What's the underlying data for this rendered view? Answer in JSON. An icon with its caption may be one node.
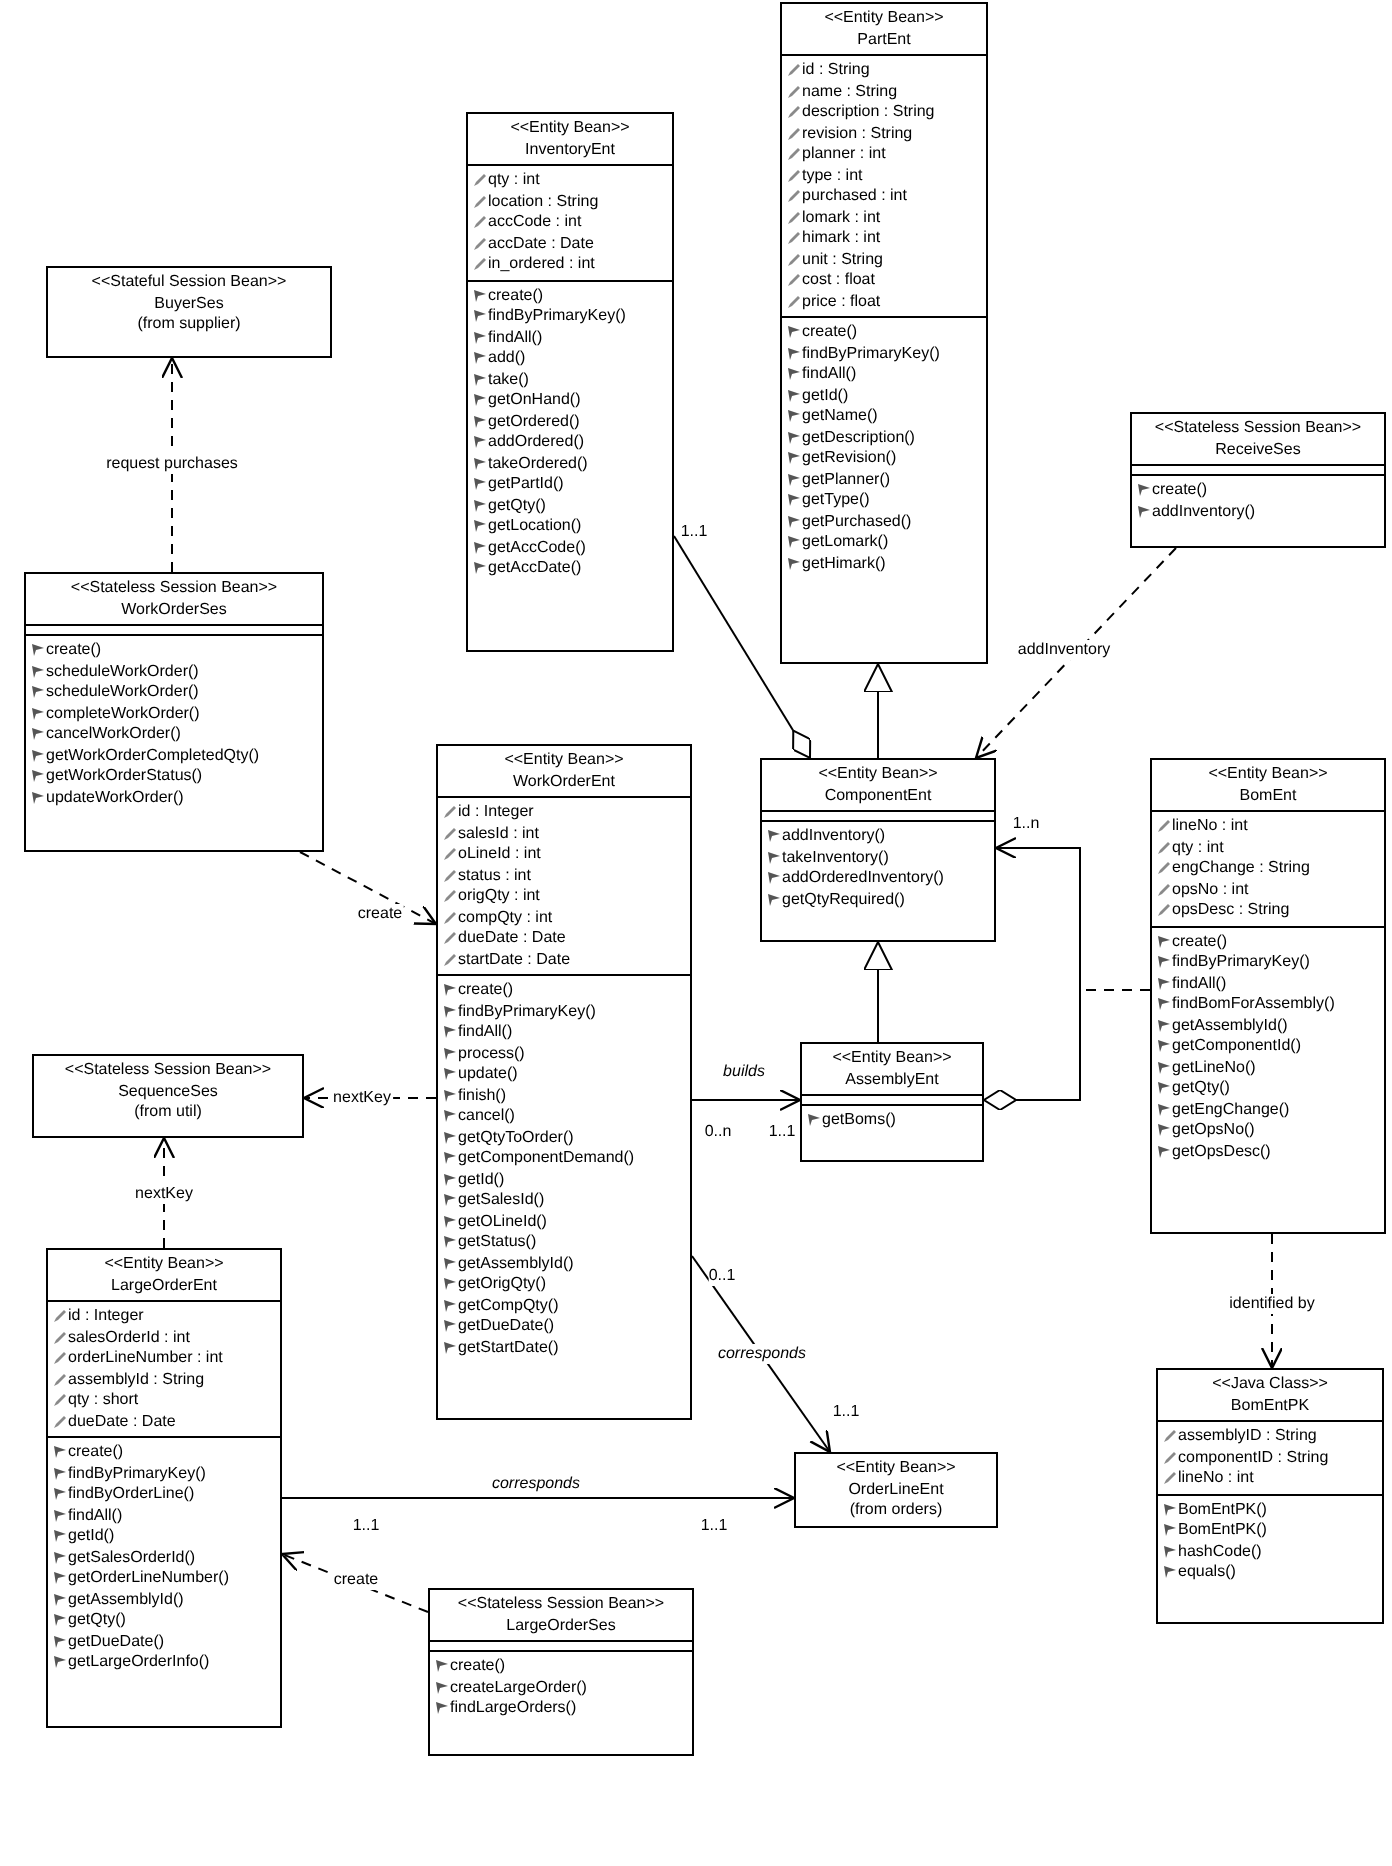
{
  "diagram": {
    "nodes": [
      {
        "text": [
          "<<Entity Bean>>",
          "PartEnt"
        ]
      },
      {
        "text": [
          "id : String",
          "name : String",
          "description : String",
          "revision : String",
          "planner : int",
          "type : int",
          "purchased : int",
          "lomark : int",
          "himark : int",
          "unit : String",
          "cost : float",
          "price : float"
        ],
        "in": 0
      },
      {
        "text": [
          "create()",
          "findByPrimaryKey()",
          "findAll()",
          "getId()",
          "getName()",
          "getDescription()",
          "getRevision()",
          "getPlanner()",
          "getType()",
          "getPurchased()",
          "getLomark()",
          "getHimark()"
        ],
        "in": 0
      },
      {
        "text": [
          "<<Entity Bean>>",
          "InventoryEnt"
        ]
      },
      {
        "text": [
          "qty : int",
          "location : String",
          "accCode : int",
          "accDate : Date",
          "in_ordered : int"
        ],
        "in": 3
      },
      {
        "text": [
          "create()",
          "findByPrimaryKey()",
          "findAll()",
          "add()",
          "take()",
          "getOnHand()",
          "getOrdered()",
          "addOrdered()",
          "takeOrdered()",
          "getPartId()",
          "getQty()",
          "getLocation()",
          "getAccCode()",
          "getAccDate()"
        ],
        "in": 3
      },
      {
        "text": [
          "<<Stateful Session Bean>>",
          "BuyerSes",
          "(from supplier)"
        ]
      },
      {
        "text": [
          "<<Stateless Session Bean>>",
          "ReceiveSes"
        ]
      },
      {
        "text": [],
        "shape": "box",
        "in": 7
      },
      {
        "text": [
          "create()",
          "addInventory()"
        ],
        "in": 7
      },
      {
        "text": [
          "<<Stateless Session Bean>>",
          "WorkOrderSes"
        ]
      },
      {
        "text": [],
        "shape": "box",
        "in": 10
      },
      {
        "text": [
          "create()",
          "scheduleWorkOrder()",
          "scheduleWorkOrder()",
          "completeWorkOrder()",
          "cancelWorkOrder()",
          "getWorkOrderCompletedQty()",
          "getWorkOrderStatus()",
          "updateWorkOrder()"
        ],
        "in": 10
      },
      {
        "text": [
          "<<Entity Bean>>",
          "ComponentEnt"
        ]
      },
      {
        "text": [],
        "shape": "box",
        "in": 13
      },
      {
        "text": [
          "addInventory()",
          "takeInventory()",
          "addOrderedInventory()",
          "getQtyRequired()"
        ],
        "in": 13
      },
      {
        "text": [
          "<<Entity Bean>>",
          "BomEnt"
        ]
      },
      {
        "text": [
          "lineNo : int",
          "qty : int",
          "engChange : String",
          "opsNo : int",
          "opsDesc : String"
        ],
        "in": 16
      },
      {
        "text": [
          "create()",
          "findByPrimaryKey()",
          "findAll()",
          "findBomForAssembly()",
          "getAssemblyId()",
          "getComponentId()",
          "getLineNo()",
          "getQty()",
          "getEngChange()",
          "getOpsNo()",
          "getOpsDesc()"
        ],
        "in": 16
      },
      {
        "text": [
          "<<Entity Bean>>",
          "WorkOrderEnt"
        ]
      },
      {
        "text": [
          "id : Integer",
          "salesId : int",
          "oLineId : int",
          "status : int",
          "origQty : int",
          "compQty : int",
          "dueDate : Date",
          "startDate : Date"
        ],
        "in": 19
      },
      {
        "text": [
          "create()",
          "findByPrimaryKey()",
          "findAll()",
          "process()",
          "update()",
          "finish()",
          "cancel()",
          "getQtyToOrder()",
          "getComponentDemand()",
          "getId()",
          "getSalesId()",
          "getOLineId()",
          "getStatus()",
          "getAssemblyId()",
          "getOrigQty()",
          "getCompQty()",
          "getDueDate()",
          "getStartDate()"
        ],
        "in": 19
      },
      {
        "text": [
          "<<Entity Bean>>",
          "AssemblyEnt"
        ]
      },
      {
        "text": [],
        "shape": "box",
        "in": 22
      },
      {
        "text": [
          "getBoms()"
        ],
        "in": 22
      },
      {
        "text": [
          "<<Stateless Session Bean>>",
          "SequenceSes",
          "(from util)"
        ]
      },
      {
        "text": [
          "<<Entity Bean>>",
          "LargeOrderEnt"
        ]
      },
      {
        "text": [
          "id : Integer",
          "salesOrderId : int",
          "orderLineNumber : int",
          "assemblyId : String",
          "qty : short",
          "dueDate : Date"
        ],
        "in": 26
      },
      {
        "text": [
          "create()",
          "findByPrimaryKey()",
          "findByOrderLine()",
          "findAll()",
          "getId()",
          "getSalesOrderId()",
          "getOrderLineNumber()",
          "getAssemblyId()",
          "getQty()",
          "getDueDate()",
          "getLargeOrderInfo()"
        ],
        "in": 26
      },
      {
        "text": [
          "<<Java Class>>",
          "BomEntPK"
        ]
      },
      {
        "text": [
          "assemblyID : String",
          "componentID : String",
          "lineNo : int"
        ],
        "in": 29
      },
      {
        "text": [
          "BomEntPK()",
          "BomEntPK()",
          "hashCode()",
          "equals()"
        ],
        "in": 29
      },
      {
        "text": [
          "<<Entity Bean>>",
          "OrderLineEnt",
          "(from orders)"
        ]
      },
      {
        "text": [
          "<<Stateless Session Bean>>",
          "LargeOrderSes"
        ]
      },
      {
        "text": [],
        "shape": "box",
        "in": 33
      },
      {
        "text": [
          "create()",
          "createLargeOrder()",
          "findLargeOrders()"
        ],
        "in": 33
      }
    ],
    "edges": [
      {
        "from": 10,
        "to": 6,
        "arrow": "to",
        "label": "request purchases",
        "style": "dashed"
      },
      {
        "from": 10,
        "to": 19,
        "arrow": "to",
        "label": "create",
        "style": "dashed"
      },
      {
        "from": 19,
        "to": 25,
        "arrow": "to",
        "label": "nextKey",
        "style": "dashed"
      },
      {
        "from": 26,
        "to": 25,
        "arrow": "to",
        "label": "nextKey",
        "style": "dashed"
      },
      {
        "from": 3,
        "to": 13,
        "arrow": "other"
      },
      {
        "from": 13,
        "to": 0,
        "arrow": "to"
      },
      {
        "from": 7,
        "to": 13,
        "arrow": "to",
        "label": "addInventory",
        "style": "dashed"
      },
      {
        "from": 22,
        "to": 13,
        "arrow": "to"
      },
      {
        "from": 22,
        "to": 13,
        "arrow": "to"
      },
      {
        "from": 16,
        "to": null,
        "arrow": "none",
        "style": "dashed"
      },
      {
        "from": 16,
        "to": 29,
        "arrow": "to",
        "label": "identified by",
        "style": "dashed"
      },
      {
        "from": 19,
        "to": 22,
        "arrow": "to",
        "label": "builds"
      },
      {
        "from": 19,
        "to": 32,
        "arrow": "to",
        "label": "corresponds"
      },
      {
        "from": 26,
        "to": 32,
        "arrow": "to",
        "label": "corresponds"
      },
      {
        "from": 33,
        "to": 26,
        "arrow": "to",
        "label": "create",
        "style": "dashed"
      }
    ],
    "labels": [
      "1..1",
      "1..n",
      "0..n",
      "1..1",
      "0..1",
      "1..1",
      "1..1",
      "1..1"
    ]
  }
}
